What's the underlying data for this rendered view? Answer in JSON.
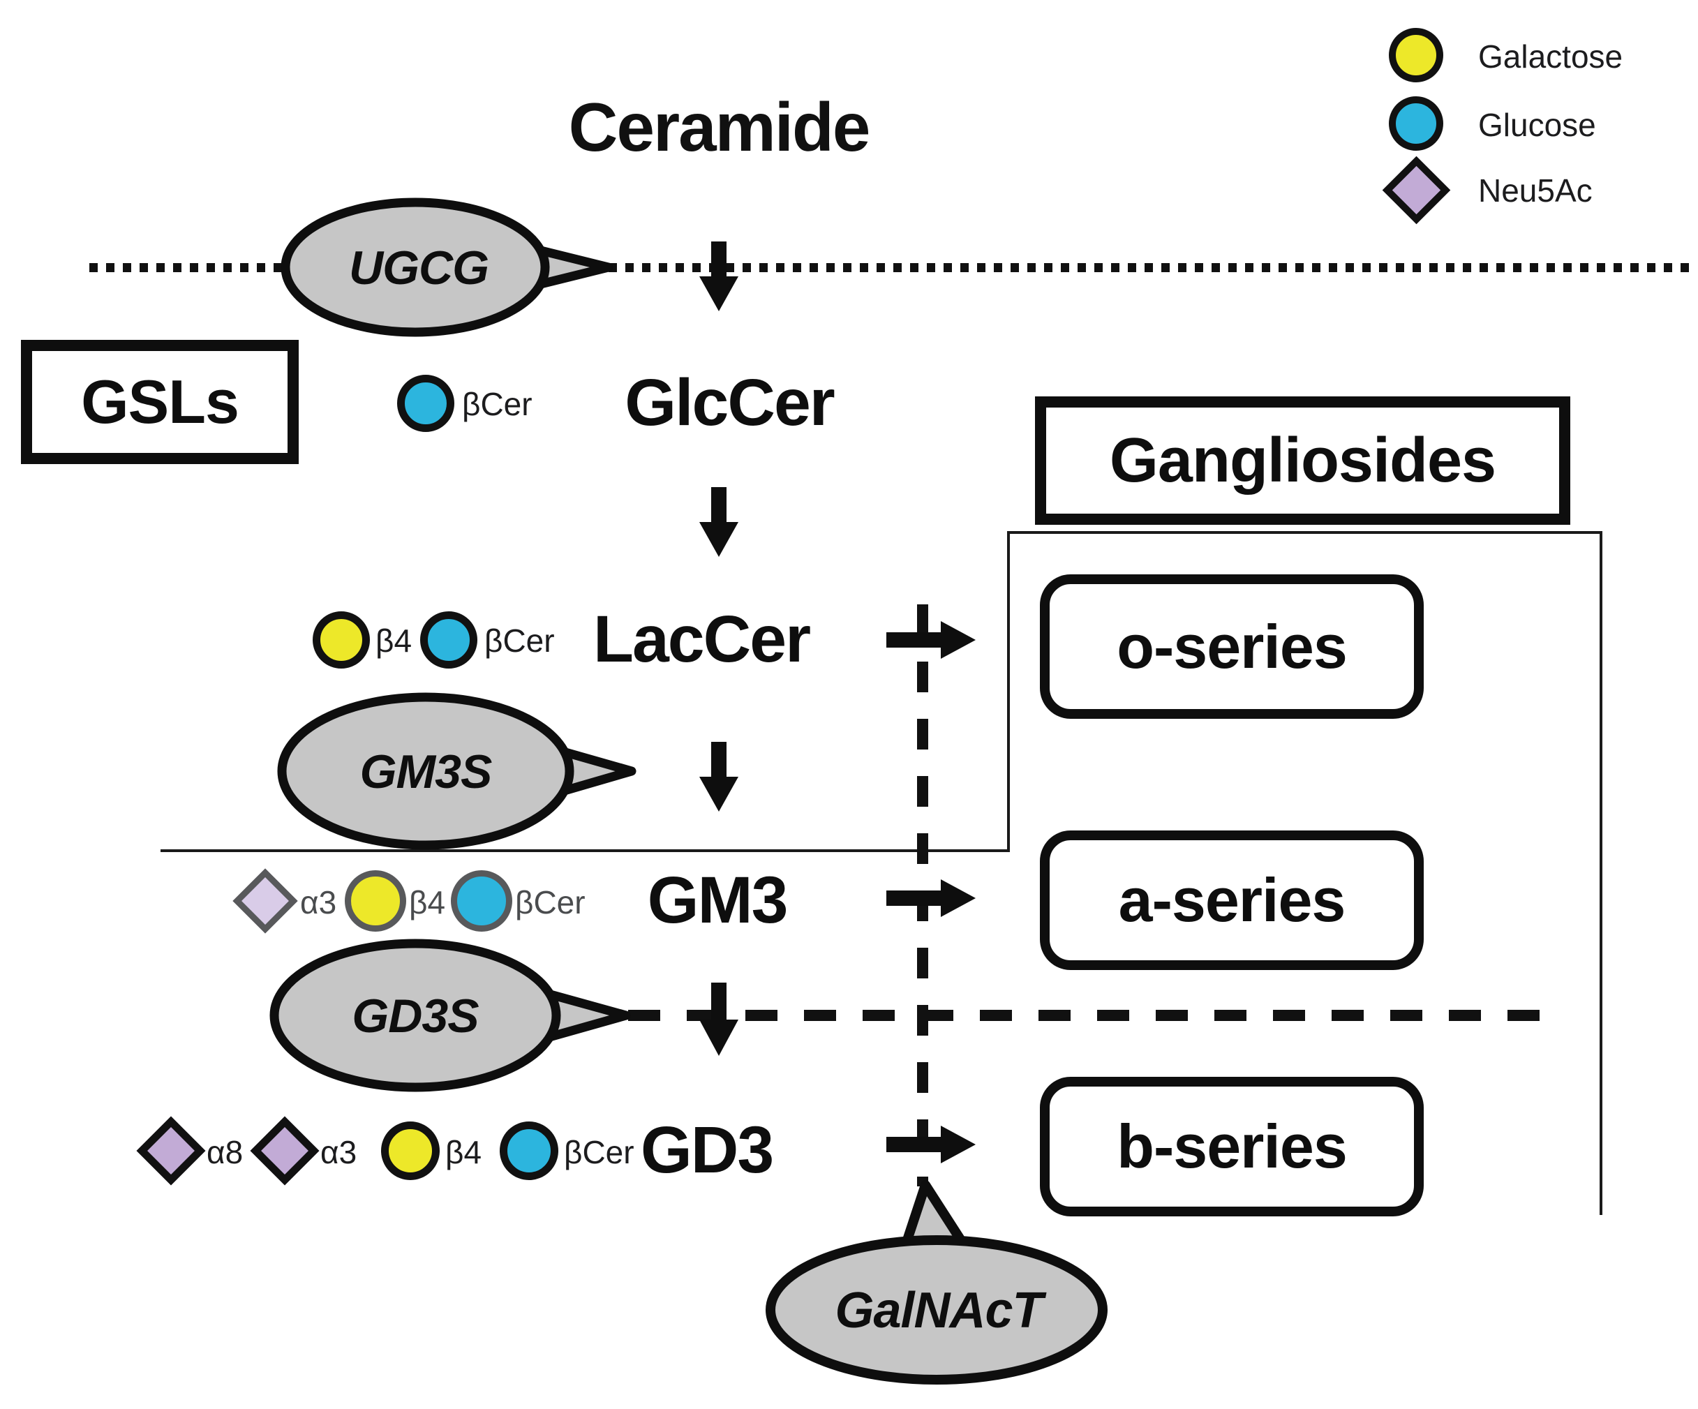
{
  "title": "Ceramide",
  "legend": {
    "items": [
      {
        "label": "Galactose",
        "shape": "circle",
        "color_key": "galactose"
      },
      {
        "label": "Glucose",
        "shape": "circle",
        "color_key": "glucose"
      },
      {
        "label": "Neu5Ac",
        "shape": "diamond",
        "color_key": "neu5ac"
      }
    ]
  },
  "group_labels": {
    "gsls": "GSLs",
    "gangliosides": "Gangliosides"
  },
  "enzymes": {
    "ugcg": "UGCG",
    "gm3s": "GM3S",
    "gd3s": "GD3S",
    "galnact": "GalNAcT"
  },
  "metabolites": {
    "glccer": "GlcCer",
    "laccer": "LacCer",
    "gm3": "GM3",
    "gd3": "GD3"
  },
  "series_boxes": {
    "o": "o-series",
    "a": "a-series",
    "b": "b-series"
  },
  "glycan_labels": {
    "glccer": {
      "cer": "βCer"
    },
    "laccer": {
      "b4": "β4",
      "cer": "βCer"
    },
    "gm3": {
      "a3": "α3",
      "b4": "β4",
      "cer": "βCer"
    },
    "gd3": {
      "a8": "α8",
      "a3": "α3",
      "b4": "β4",
      "cer": "βCer"
    }
  },
  "colors": {
    "galactose": "#EDE829",
    "glucose": "#2CB5DE",
    "neu5ac": "#C2ABD6",
    "neu5ac_light": "#D9CCE8",
    "bubble_fill": "#C6C6C6",
    "line_black": "#111111",
    "outline_gray": "#58595B"
  }
}
